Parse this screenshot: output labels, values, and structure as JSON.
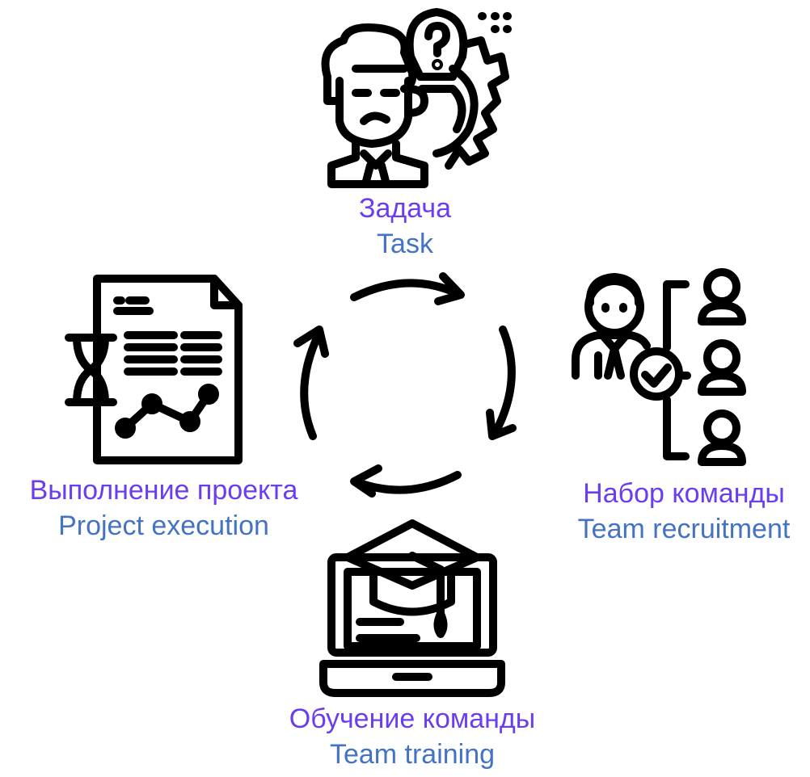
{
  "colors": {
    "russian_text": "#6b3df0",
    "english_text": "#4472c4",
    "icon_stroke": "#000000"
  },
  "steps": {
    "task": {
      "ru": "Задача",
      "en": "Task",
      "icon": "thinking-man-icon"
    },
    "team": {
      "ru": "Набор команды",
      "en": "Team recruitment",
      "icon": "team-selection-icon"
    },
    "training": {
      "ru": "Обучение команды",
      "en": "Team training",
      "icon": "laptop-graduation-cap-icon"
    },
    "execution": {
      "ru": "Выполнение проекта",
      "en": "Project execution",
      "icon": "document-hourglass-chart-icon"
    }
  },
  "cycle": {
    "arrows": 4,
    "direction": "clockwise",
    "icon": "cycle-arrows-icon"
  }
}
